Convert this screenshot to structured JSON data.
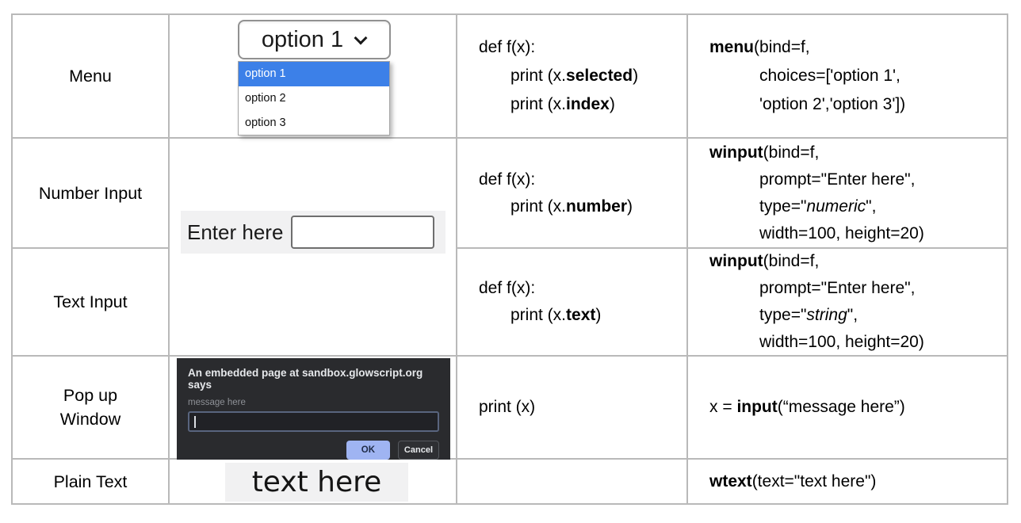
{
  "colors": {
    "menu_highlight": "#3c80e8",
    "dialog_bg": "#2a2b2e",
    "ok_button_bg": "#9fb4f2",
    "table_border": "#b9b9b9",
    "widget_panel_bg": "#f1f1f2"
  },
  "widgets": {
    "menu": {
      "value": "option 1",
      "options": [
        "option 1",
        "option 2",
        "option 3"
      ],
      "selected_index": 0
    },
    "winput": {
      "prompt": "Enter here",
      "value": ""
    },
    "dialog": {
      "title": "An embedded page at sandbox.glowscript.org says",
      "field_label": "message here",
      "field_value": "",
      "ok_label": "OK",
      "cancel_label": "Cancel"
    },
    "wtext": {
      "text": "text here"
    }
  },
  "rows": [
    {
      "label": [
        "Menu"
      ],
      "def_code": [
        {
          "segs": [
            {
              "t": "def f(x):"
            }
          ]
        },
        {
          "ind": 1,
          "segs": [
            {
              "t": "print (x."
            },
            {
              "t": "selected",
              "b": true
            },
            {
              "t": ")"
            }
          ]
        },
        {
          "ind": 1,
          "segs": [
            {
              "t": "print (x."
            },
            {
              "t": "index",
              "b": true
            },
            {
              "t": ")"
            }
          ]
        }
      ],
      "create_code": [
        {
          "segs": [
            {
              "t": "menu",
              "b": true
            },
            {
              "t": "(bind=f,"
            }
          ]
        },
        {
          "ind": 1,
          "segs": [
            {
              "t": "choices=['option 1',"
            }
          ]
        },
        {
          "ind": 1,
          "segs": [
            {
              "t": "'option 2','option 3'])"
            }
          ]
        }
      ]
    },
    {
      "label": [
        "Number Input"
      ],
      "def_code": [
        {
          "segs": [
            {
              "t": "def f(x):"
            }
          ]
        },
        {
          "ind": 1,
          "segs": [
            {
              "t": "print (x."
            },
            {
              "t": "number",
              "b": true
            },
            {
              "t": ")"
            }
          ]
        }
      ],
      "create_code": [
        {
          "segs": [
            {
              "t": "winput",
              "b": true
            },
            {
              "t": "(bind=f,"
            }
          ]
        },
        {
          "ind": 1,
          "segs": [
            {
              "t": "prompt=\"Enter here\","
            }
          ]
        },
        {
          "ind": 1,
          "segs": [
            {
              "t": "type=\""
            },
            {
              "t": "numeric",
              "i": true
            },
            {
              "t": "\","
            }
          ]
        },
        {
          "ind": 1,
          "segs": [
            {
              "t": "width=100, height=20)"
            }
          ]
        }
      ]
    },
    {
      "label": [
        "Text Input"
      ],
      "def_code": [
        {
          "segs": [
            {
              "t": "def f(x):"
            }
          ]
        },
        {
          "ind": 1,
          "segs": [
            {
              "t": "print (x."
            },
            {
              "t": "text",
              "b": true
            },
            {
              "t": ")"
            }
          ]
        }
      ],
      "create_code": [
        {
          "segs": [
            {
              "t": "winput",
              "b": true
            },
            {
              "t": "(bind=f,"
            }
          ]
        },
        {
          "ind": 1,
          "segs": [
            {
              "t": "prompt=\"Enter here\","
            }
          ]
        },
        {
          "ind": 1,
          "segs": [
            {
              "t": "type=\""
            },
            {
              "t": "string",
              "i": true
            },
            {
              "t": "\","
            }
          ]
        },
        {
          "ind": 1,
          "segs": [
            {
              "t": "width=100, height=20)"
            }
          ]
        }
      ]
    },
    {
      "label": [
        "Pop up",
        "Window"
      ],
      "def_code": [
        {
          "segs": [
            {
              "t": "print (x)"
            }
          ]
        }
      ],
      "create_code": [
        {
          "segs": [
            {
              "t": "x = "
            },
            {
              "t": "input",
              "b": true
            },
            {
              "t": "(“message here”)"
            }
          ]
        }
      ]
    },
    {
      "label": [
        "Plain Text"
      ],
      "def_code": [],
      "create_code": [
        {
          "segs": [
            {
              "t": "wtext",
              "b": true
            },
            {
              "t": "(text=\"text here\")"
            }
          ]
        }
      ]
    }
  ]
}
